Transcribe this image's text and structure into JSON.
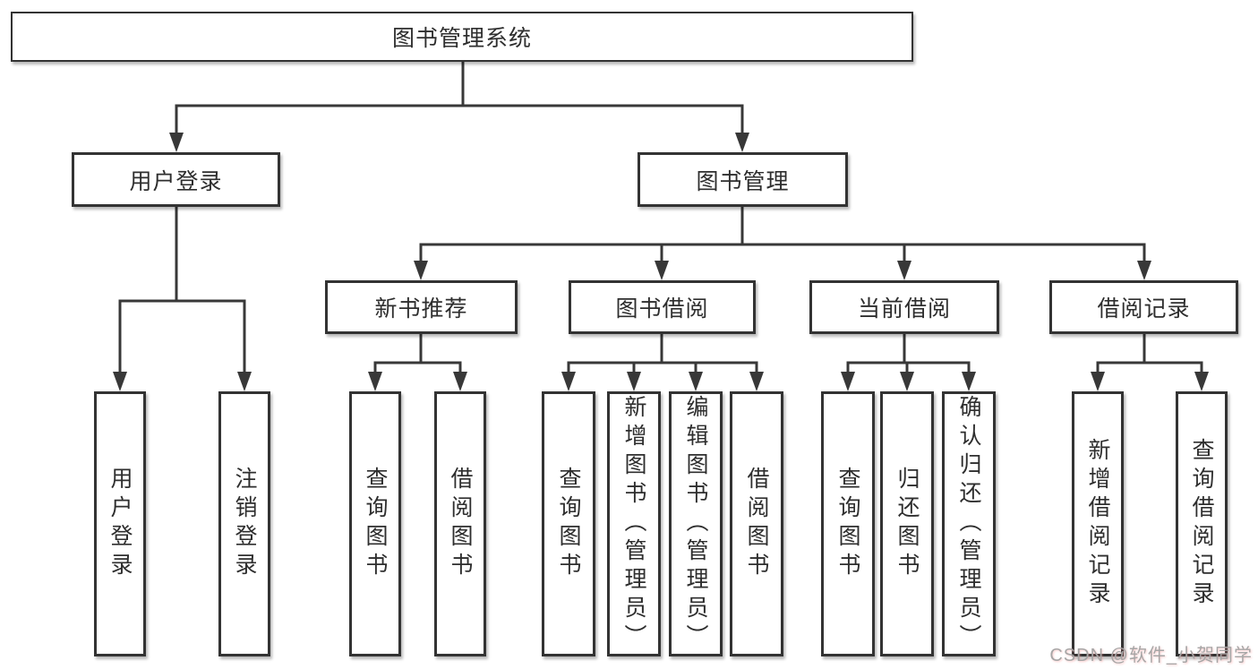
{
  "diagram": {
    "title": "图书管理系统",
    "tree": {
      "root": {
        "label": "图书管理系统"
      },
      "branches": [
        {
          "label": "用户登录",
          "children": [
            {
              "label": "用户登录"
            },
            {
              "label": "注销登录"
            }
          ]
        },
        {
          "label": "图书管理",
          "children": [
            {
              "label": "新书推荐",
              "children": [
                {
                  "label": "查询图书"
                },
                {
                  "label": "借阅图书"
                }
              ]
            },
            {
              "label": "图书借阅",
              "children": [
                {
                  "label": "查询图书"
                },
                {
                  "label": "新增图书（管理员）"
                },
                {
                  "label": "编辑图书（管理员）"
                },
                {
                  "label": "借阅图书"
                }
              ]
            },
            {
              "label": "当前借阅",
              "children": [
                {
                  "label": "查询图书"
                },
                {
                  "label": "归还图书"
                },
                {
                  "label": "确认归还（管理员）"
                }
              ]
            },
            {
              "label": "借阅记录",
              "children": [
                {
                  "label": "新增借阅记录"
                },
                {
                  "label": "查询借阅记录"
                }
              ]
            }
          ]
        }
      ]
    },
    "colors": {
      "line": "#383838",
      "box_border": "#333333",
      "box_background": "#ffffff",
      "text": "#2e2e2e",
      "watermark": "#a6a6a6"
    }
  },
  "watermark": {
    "text": "CSDN @软件_小贺同学"
  }
}
